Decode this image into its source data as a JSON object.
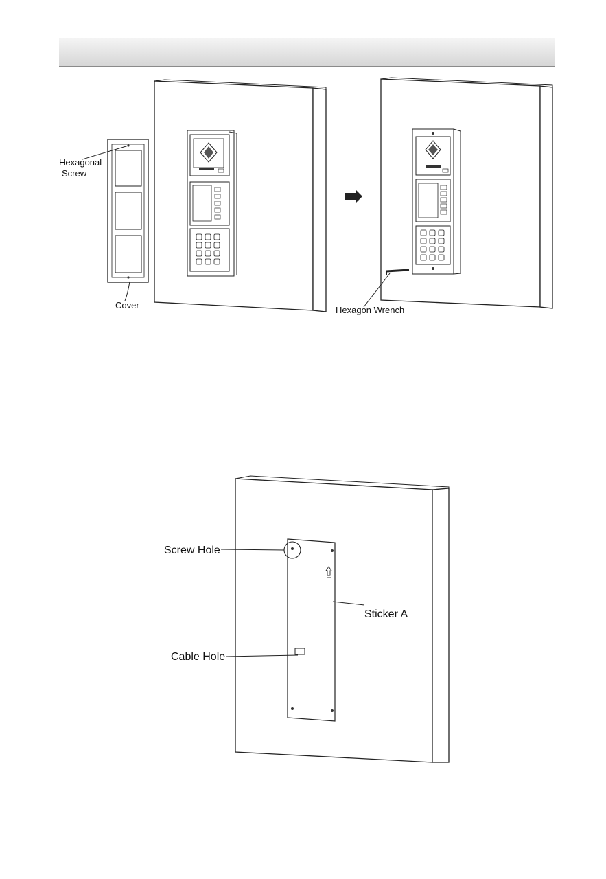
{
  "figure1": {
    "labels": {
      "hexagonal_screw_line1": "Hexagonal",
      "hexagonal_screw_line2": "Screw",
      "cover": "Cover",
      "hexagon_wrench": "Hexagon Wrench"
    }
  },
  "figure2": {
    "labels": {
      "screw_hole": "Screw Hole",
      "sticker_a": "Sticker A",
      "cable_hole": "Cable Hole"
    }
  },
  "icons": [
    "right-arrow-icon",
    "mounting-arrow-icon"
  ]
}
